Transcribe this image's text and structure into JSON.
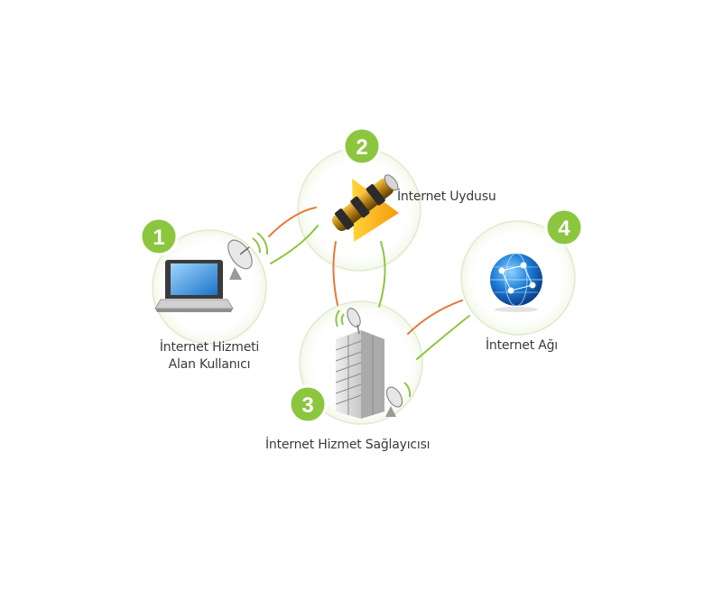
{
  "nodes": [
    {
      "number": "1",
      "label_lines": [
        "İnternet Hizmeti",
        "Alan Kullanıcı"
      ],
      "icon": "laptop-with-dish-icon"
    },
    {
      "number": "2",
      "label_lines": [
        "İnternet Uydusu"
      ],
      "icon": "satellite-icon"
    },
    {
      "number": "3",
      "label_lines": [
        "İnternet Hizmet Sağlayıcısı"
      ],
      "icon": "server-building-icon"
    },
    {
      "number": "4",
      "label_lines": [
        "İnternet Ağı"
      ],
      "icon": "globe-network-icon"
    }
  ],
  "colors": {
    "badge_green": "#8cc63f",
    "halo_green": "#dfeccb",
    "link_orange": "#e9783a",
    "link_green": "#8dc63f",
    "label_text": "#3a3a3a"
  }
}
